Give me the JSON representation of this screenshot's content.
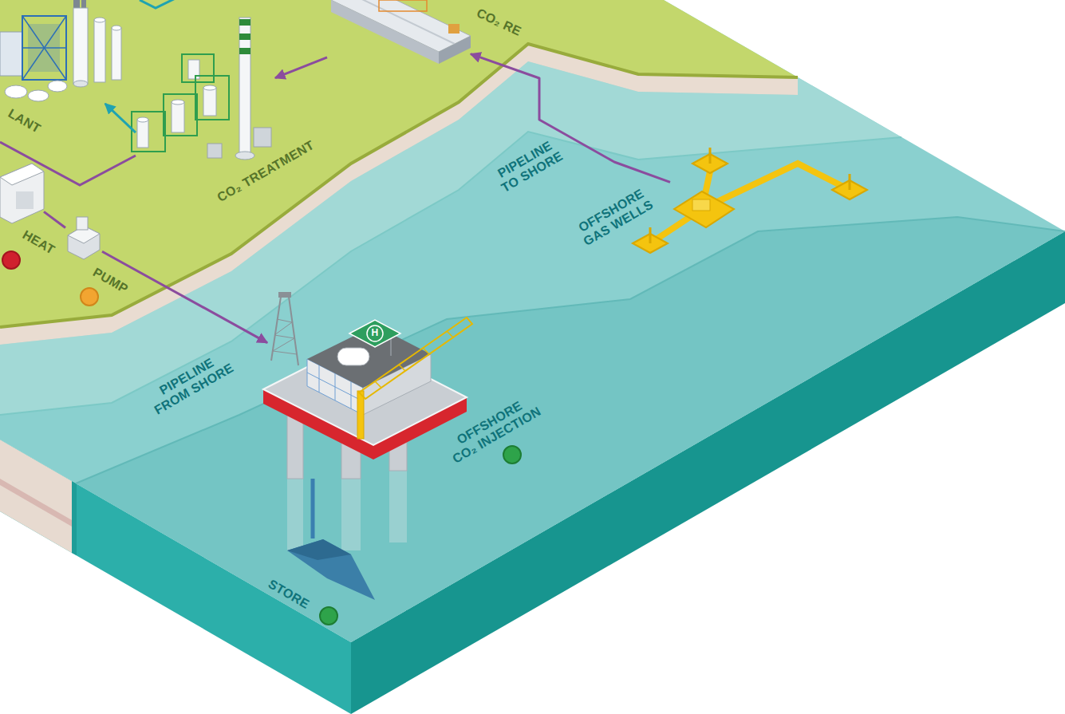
{
  "diagram": {
    "nodes": [
      {
        "text": [
          "LANT"
        ]
      },
      {
        "text": [
          "CO₂ TREATMENT"
        ]
      },
      {
        "text": [
          "CO₂ RE"
        ]
      },
      {
        "text": [
          "HEAT"
        ]
      },
      {
        "text": [
          "PUMP"
        ]
      },
      {
        "text": [
          "OFFSHORE GAS WELLS"
        ]
      },
      {
        "text": [
          "OFFSHORE CO₂ INJECTION"
        ]
      },
      {
        "text": [
          "STORE"
        ]
      }
    ],
    "edges": [
      {
        "from": 5,
        "to": 2,
        "arrow": "to"
      },
      {
        "from": 2,
        "to": 1,
        "arrow": "to"
      },
      {
        "from": 1,
        "to": 0,
        "arrow": "to"
      },
      {
        "from": 3,
        "to": 4,
        "arrow": "none"
      },
      {
        "from": 4,
        "to": 6,
        "arrow": "to"
      },
      {
        "from": 6,
        "to": 7,
        "arrow": "none"
      }
    ],
    "labels": [
      "PIPELINE TO SHORE",
      "PIPELINE FROM SHORE",
      "H"
    ]
  }
}
